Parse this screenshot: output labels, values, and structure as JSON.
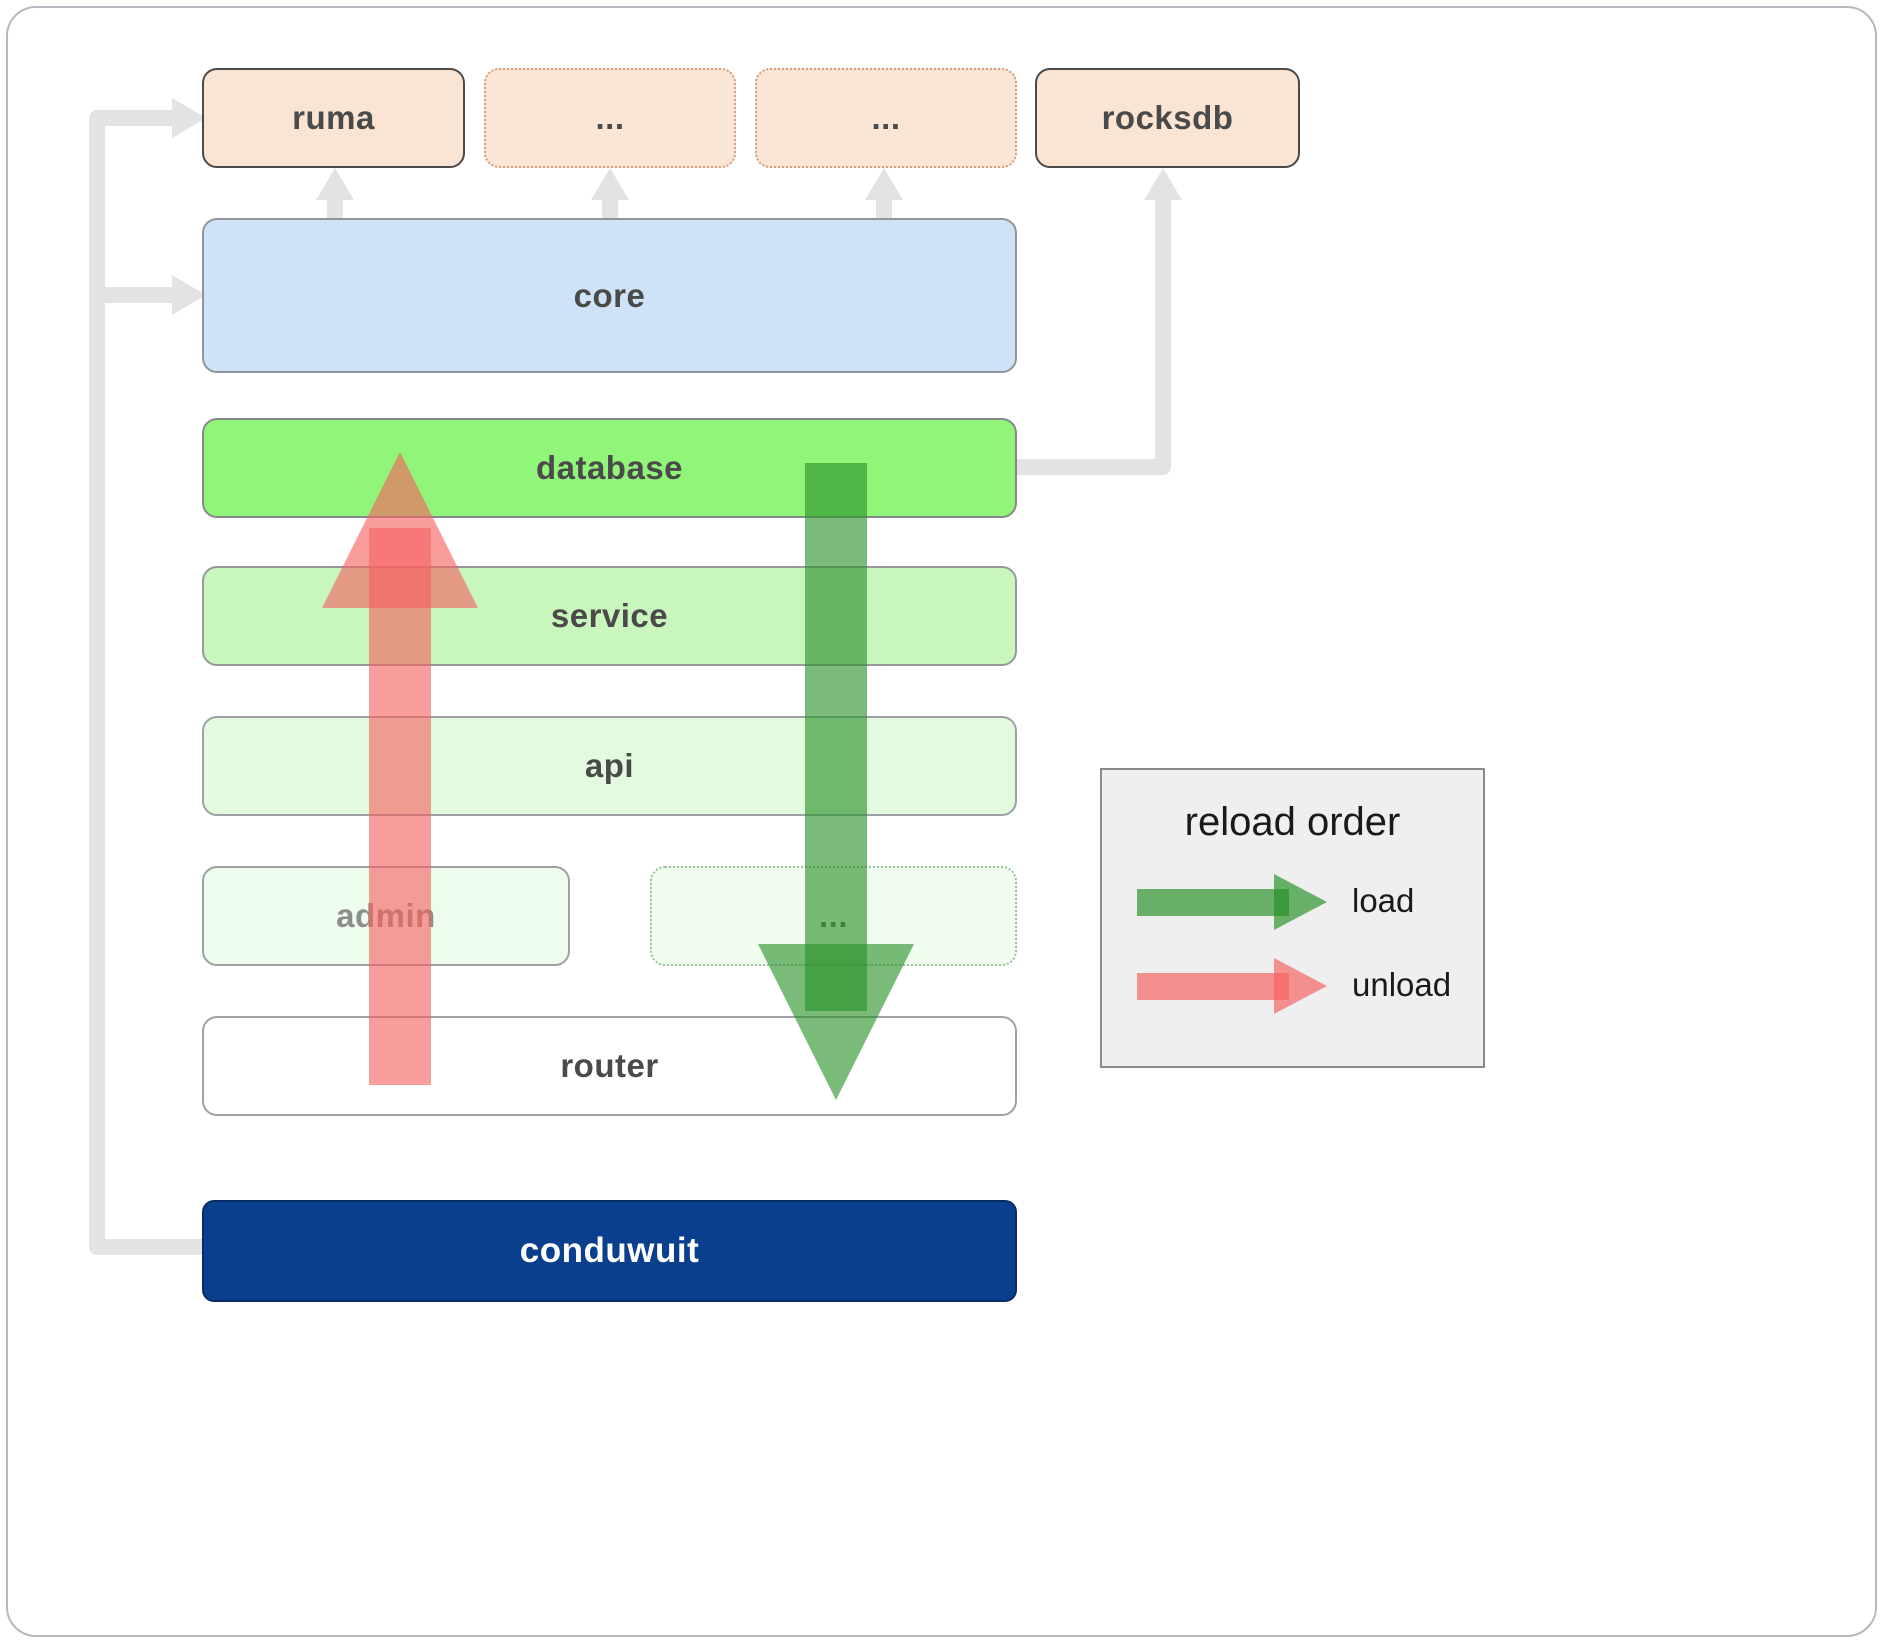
{
  "boxes": {
    "ruma": "ruma",
    "dots_top_1": "...",
    "dots_top_2": "...",
    "rocksdb": "rocksdb",
    "core": "core",
    "database": "database",
    "service": "service",
    "api": "api",
    "admin": "admin",
    "admin_dots": "...",
    "router": "router",
    "conduwuit": "conduwuit"
  },
  "legend": {
    "title": "reload order",
    "load_label": "load",
    "unload_label": "unload"
  },
  "colors": {
    "load_arrow": "rgba(40,145,40,0.62)",
    "unload_arrow": "rgba(246,97,97,0.62)",
    "connector": "#e3e3e3",
    "conduwuit_bg": "#0a3f8e",
    "database_bg": "#90f578",
    "core_bg": "#cfe3f8",
    "peach_bg": "#fbe4d2"
  }
}
